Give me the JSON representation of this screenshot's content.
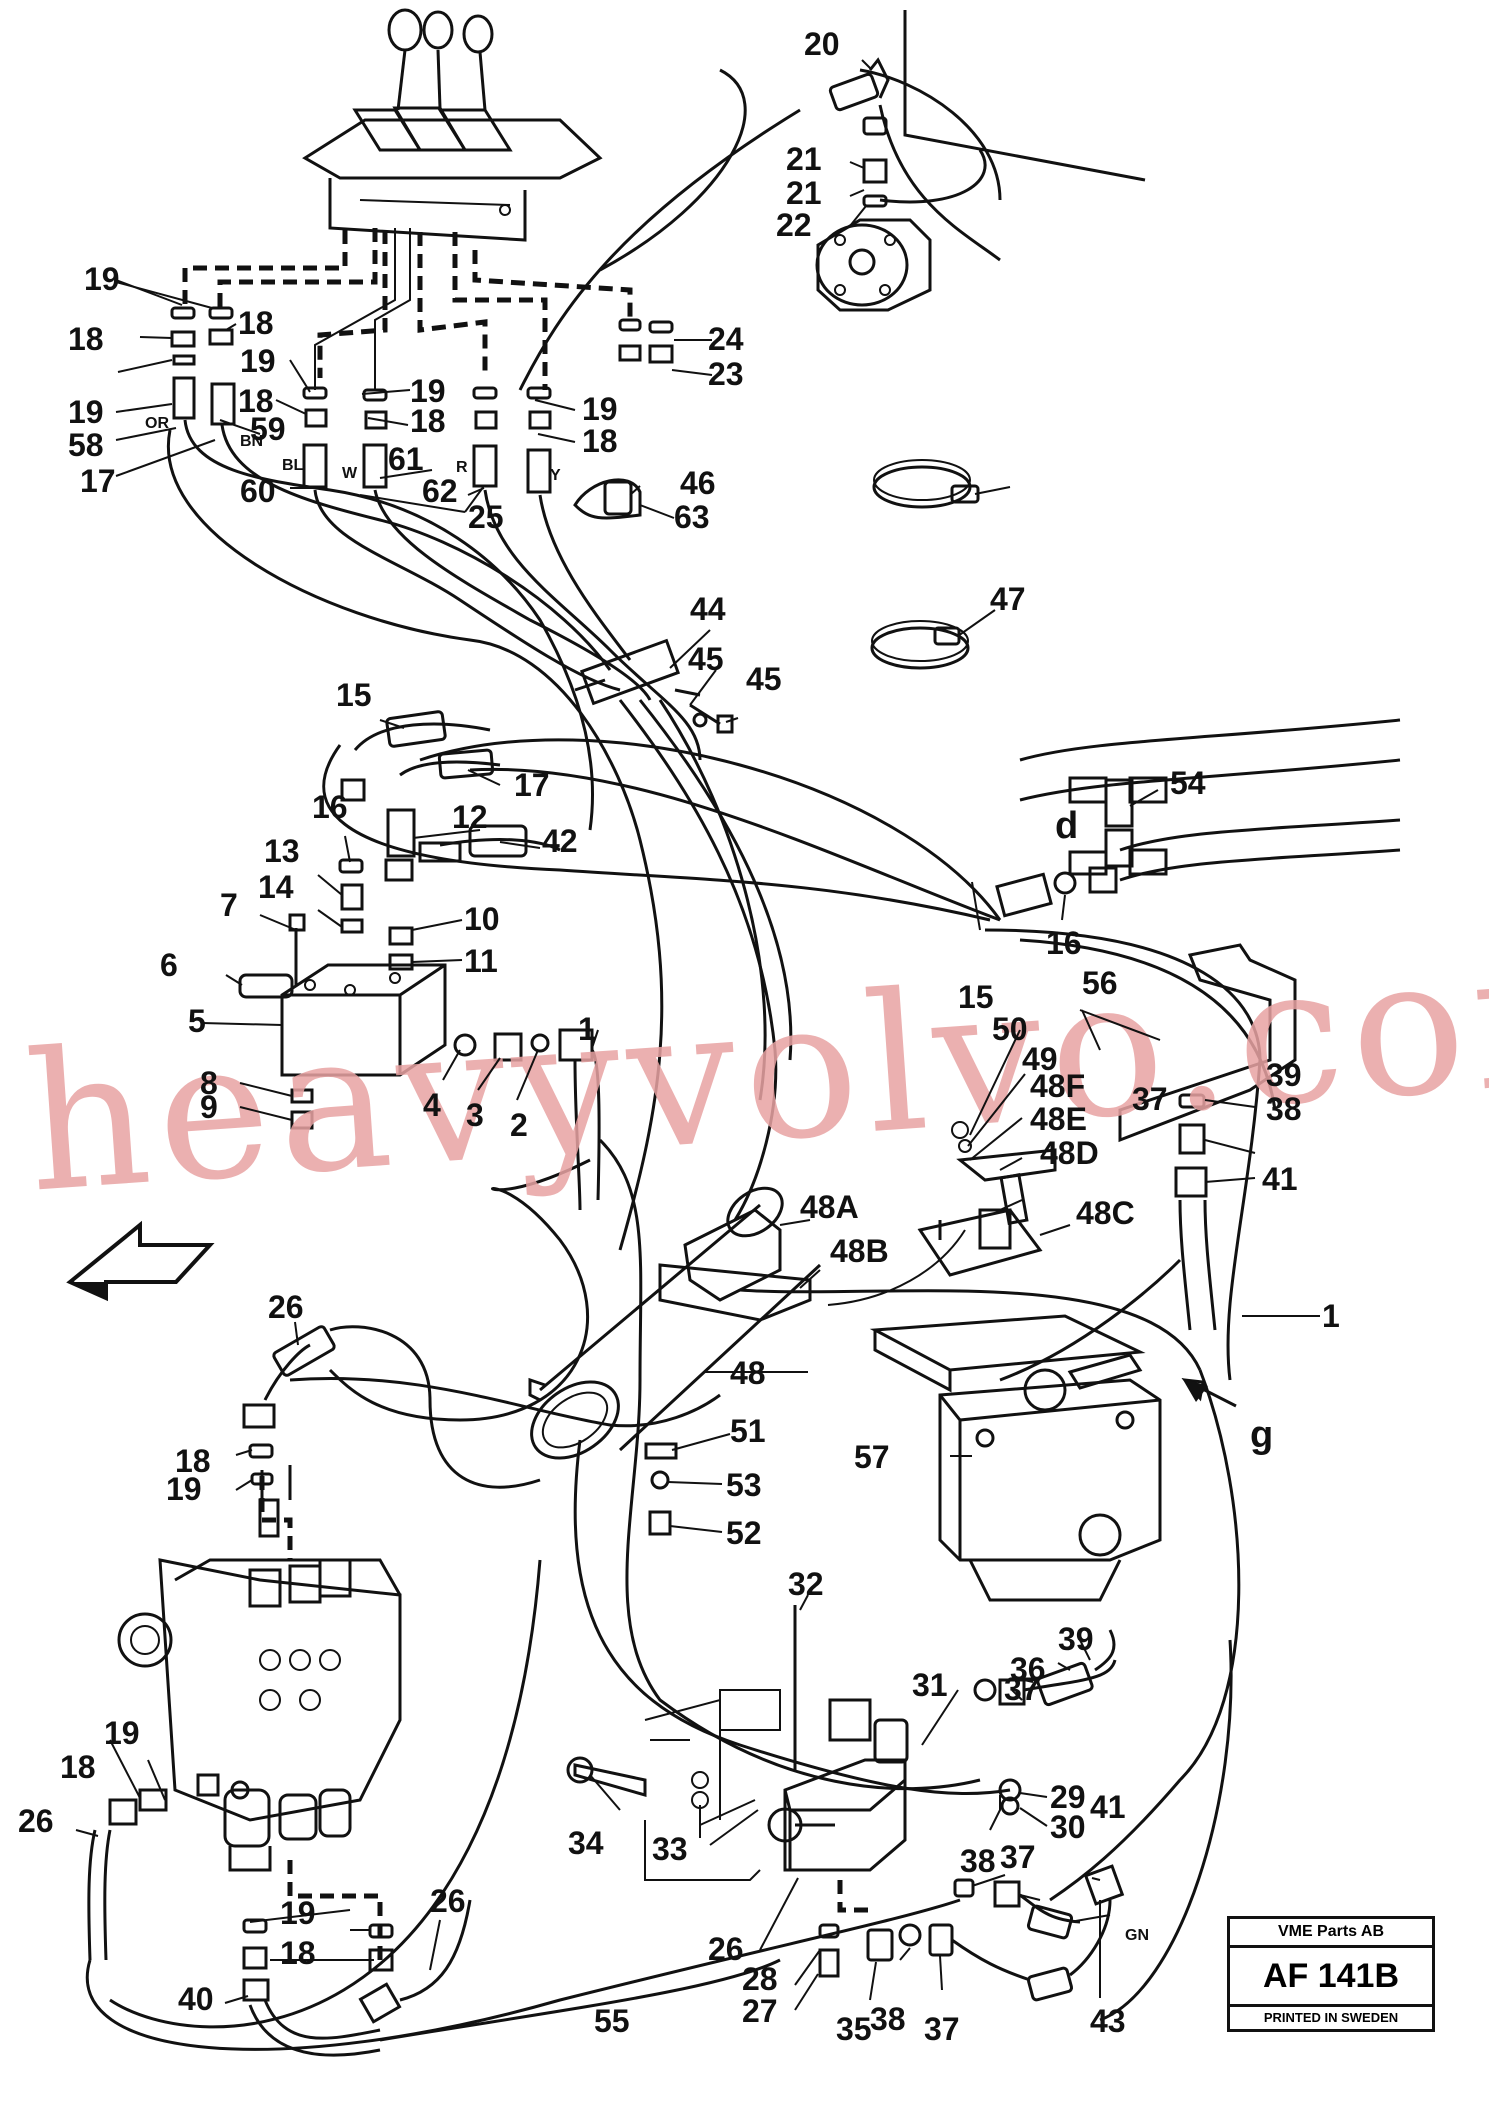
{
  "watermark": "heavyvolvo.com",
  "title_block": {
    "company": "VME Parts AB",
    "code": "AF 141B",
    "printed": "PRINTED IN SWEDEN"
  },
  "view_letters": {
    "d": "d",
    "g": "g"
  },
  "color_codes": {
    "or": "OR",
    "bn": "BN",
    "bl": "BL",
    "w": "W",
    "r": "R",
    "y": "Y",
    "gn": "GN"
  },
  "callouts": [
    "1",
    "1",
    "2",
    "3",
    "4",
    "5",
    "6",
    "7",
    "8",
    "9",
    "10",
    "11",
    "12",
    "13",
    "14",
    "15",
    "15",
    "16",
    "16",
    "17",
    "17",
    "18",
    "18",
    "18",
    "18",
    "18",
    "18",
    "18",
    "18",
    "19",
    "19",
    "19",
    "19",
    "19",
    "19",
    "19",
    "19",
    "20",
    "20",
    "21",
    "21",
    "22",
    "23",
    "24",
    "25",
    "26",
    "26",
    "26",
    "26",
    "27",
    "28",
    "29",
    "30",
    "31",
    "32",
    "33",
    "34",
    "35",
    "36",
    "37",
    "37",
    "37",
    "37",
    "38",
    "38",
    "38",
    "38",
    "39",
    "39",
    "39",
    "40",
    "40",
    "41",
    "41",
    "42",
    "43",
    "44",
    "45",
    "45",
    "46",
    "47",
    "48",
    "48A",
    "48B",
    "48C",
    "48D",
    "48E",
    "48F",
    "49",
    "50",
    "51",
    "52",
    "53",
    "54",
    "55",
    "56",
    "57",
    "58",
    "59",
    "60",
    "61",
    "62",
    "63"
  ]
}
